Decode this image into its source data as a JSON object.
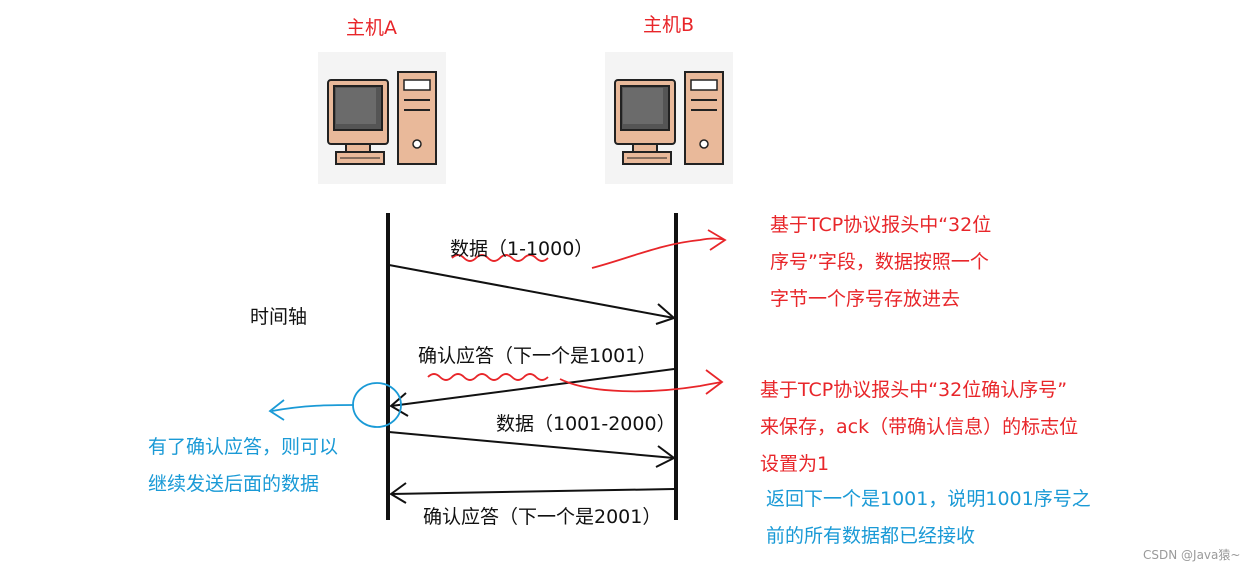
{
  "hosts": {
    "a_label": "主机A",
    "b_label": "主机B",
    "icon": "computer-icon"
  },
  "timeline_label": "时间轴",
  "messages": [
    {
      "label": "数据（1-1000）",
      "direction": "A→B"
    },
    {
      "label": "确认应答（下一个是1001）",
      "direction": "B→A"
    },
    {
      "label": "数据（1001-2000）",
      "direction": "A→B"
    },
    {
      "label": "确认应答（下一个是2001）",
      "direction": "B→A"
    }
  ],
  "notes": {
    "seq_note": [
      "基于TCP协议报头中“32位",
      "序号”字段，数据按照一个",
      "字节一个序号存放进去"
    ],
    "ack_note": [
      "基于TCP协议报头中“32位确认序号”",
      "来保存，ack（带确认信息）的标志位",
      "设置为1"
    ],
    "ack_meaning": [
      "返回下一个是1001，说明1001序号之",
      "前的所有数据都已经接收"
    ],
    "continue_note": [
      "有了确认应答，则可以",
      "继续发送后面的数据"
    ]
  },
  "colors": {
    "annotation_red": "#e8262a",
    "annotation_blue": "#1a9ad6",
    "line_black": "#111111"
  },
  "watermark": "CSDN @Java猿~"
}
